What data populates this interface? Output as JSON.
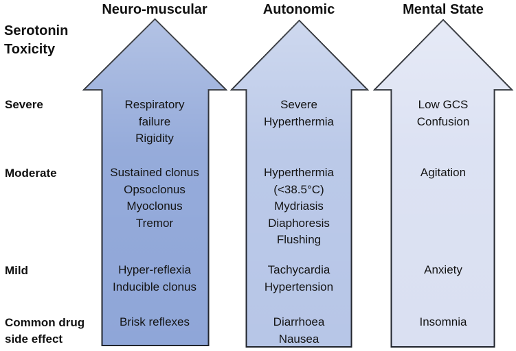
{
  "diagram_title": {
    "lines": [
      "Serotonin",
      "Toxicity"
    ]
  },
  "severity_axis": [
    {
      "name": "severe",
      "lines": [
        "Severe"
      ]
    },
    {
      "name": "moderate",
      "lines": [
        "Moderate"
      ]
    },
    {
      "name": "mild",
      "lines": [
        "Mild"
      ]
    },
    {
      "name": "common",
      "lines": [
        "Common drug",
        "side effect"
      ]
    }
  ],
  "colors": {
    "outline": "#20242c",
    "neuro_fill": "#8FA6D8",
    "autonomic_fill": "#B7C6E7",
    "mental_fill": "#DAE0F2",
    "text": "#141414"
  },
  "columns": [
    {
      "header": "Neuro-muscular",
      "fill": "#8FA6D8",
      "severe": [
        "Respiratory",
        "failure",
        "Rigidity"
      ],
      "moderate": [
        "Sustained clonus",
        "Opsoclonus",
        "Myoclonus",
        "Tremor"
      ],
      "mild": [
        "Hyper-reflexia",
        "Inducible clonus"
      ],
      "common": [
        "Brisk reflexes"
      ]
    },
    {
      "header": "Autonomic",
      "fill": "#B7C6E7",
      "severe": [
        "Severe",
        "Hyperthermia"
      ],
      "moderate": [
        "Hyperthermia",
        "(<38.5°C)",
        "Mydriasis",
        "Diaphoresis",
        "Flushing"
      ],
      "mild": [
        "Tachycardia",
        "Hypertension"
      ],
      "common": [
        "Diarrhoea",
        "Nausea"
      ]
    },
    {
      "header": "Mental State",
      "fill": "#DAE0F2",
      "severe": [
        "Low GCS",
        "Confusion"
      ],
      "moderate": [
        "Agitation"
      ],
      "mild": [
        "Anxiety"
      ],
      "common": [
        "Insomnia"
      ]
    }
  ]
}
